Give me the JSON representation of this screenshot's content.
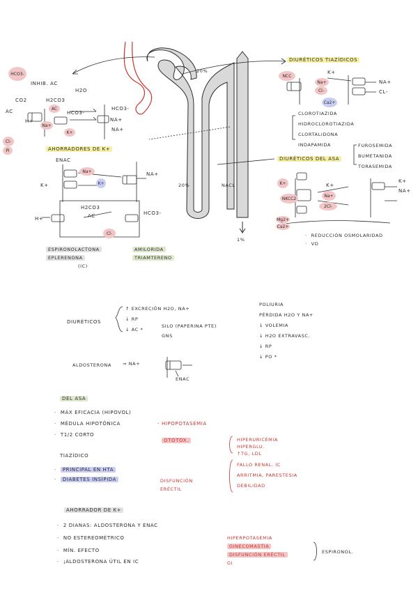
{
  "top": {
    "hco3_circle": "HCO3-",
    "inhib_ac": "INHIB. AC",
    "co2": "CO2",
    "h2co3": "H2CO3",
    "h2o": "H2O",
    "ac_small": "AC",
    "hco3_mid": "HCO3-",
    "hco3_right": "HCO3-",
    "h_plus": "H+",
    "na_plus": "Na+",
    "na_plus_right": "Na+",
    "k_plus": "K+",
    "na_plus_right2": "Na+",
    "cl_minus": "Cl-",
    "pi": "Pi",
    "ac_left": "AC",
    "pct_20": "20%",
    "pct_20_b": "20%",
    "nacl": "NaCl",
    "pct_1": "1%"
  },
  "ahorradores": {
    "title": "AHORRADORES DE K+",
    "enac": "ENAC",
    "na_plus": "Na+",
    "na_plus_right": "Na+",
    "k_plus_left": "K+",
    "k_plus_circle": "K+",
    "h2co3": "H2CO3",
    "h_plus": "H+",
    "ac": "AC",
    "hco3": "HCO3-",
    "cl": "Cl-",
    "drug1": "ESPIRONOLACTONA",
    "drug2": "EPLERENONA",
    "drug3": "(IC)",
    "drug4": "AMILORIDA",
    "drug5": "TRIAMTERENO"
  },
  "tiazidicos_top": {
    "title": "DIURÉTICOS TIAZÍDICOS",
    "ncc": "NCC",
    "k_plus": "K+",
    "na_plus": "Na+",
    "na_plus_right": "Na+",
    "cl": "Cl-",
    "cl_right": "Cl-",
    "ca": "Ca2+",
    "drugs": [
      "CLOROTIAZIDA",
      "HIDROCLOROTIAZIDA",
      "CLORTALIDONA",
      "INDAPAMIDA"
    ]
  },
  "asa_top": {
    "title": "DIURÉTICOS DEL ASA",
    "drugs": [
      "FUROSEMIDA",
      "BUMETANIDA",
      "TORASEMIDA"
    ],
    "nkcc2": "NKCC2",
    "k_plus": "K+",
    "k_plus_b": "K+",
    "na_plus": "Na+",
    "na_plus_b": "Na+",
    "two_cl": "2Cl-",
    "k_right": "K+",
    "mg": "Mg2+",
    "ca": "Ca2+",
    "bullets": [
      "REDUCCIÓN OSMOLARIDAD",
      "VD"
    ]
  },
  "middle": {
    "diureticos": "DIURÉTICOS",
    "col1": [
      "↑ EXCRECIÓN H2O, Na+",
      "↓ RP",
      "↓ AC *"
    ],
    "silo": "SILO (PAPERINA PTE)",
    "gns": "GNS",
    "col2": [
      "POLIURIA",
      "PÉRDIDA H2O Y Na+",
      "↓ VOLEMIA",
      "↓ H2O EXTRAVASC.",
      "↓ RP",
      "↓ PO *"
    ],
    "aldosterona": "ALDOSTERONA",
    "arrow_na": "⇒ Na+",
    "enac": "ENAC"
  },
  "asa_section": {
    "title": "DEL ASA",
    "items": [
      "MÁX EFICACIA (HIPOVOL)",
      "MÉDULA HIPOTÓNICA",
      "t1/2 CORTO"
    ],
    "hipo": "- HIPOPOTASEMIA",
    "ototox": "OTOTOX.",
    "side": [
      "HIPERURICEMIA",
      "HIPERGLU.",
      "↑TG, LDL"
    ],
    "side2": [
      "FALLO RENAL, IC",
      "ARRITMIA, PARESTESIA",
      "DEBILIDAD"
    ]
  },
  "tiazidico_section": {
    "title": "TIAZÍDICO",
    "items": [
      "PRINCIPAL EN HTA",
      "DIABETES INSÍPIDA"
    ],
    "disfuncion": [
      "DISFUNCIÓN",
      "ERÉCTIL"
    ]
  },
  "ahorrador_section": {
    "title": "AHORRADOR DE K+",
    "items": [
      "2 DIANAS: ALDOSTERONA Y ENAC",
      "NO ESTEREOMÉTRICO",
      "MÍN. EFECTO",
      "¡ALDOSTERONA ÚTIL EN IC"
    ],
    "side": [
      "HIPERPOTASEMIA",
      "GINECOMASTIA",
      "DISFUNCIÓN ERÉCTIL",
      "GI"
    ],
    "espironol": "ESPIRONOL."
  },
  "colors": {
    "pink": "#f2c6c6",
    "yellow": "#f6f0a6",
    "green": "#dfe9cd",
    "blue": "#c9cdf3",
    "red_text": "#c8322c",
    "nephron": "#d9d9d9"
  }
}
